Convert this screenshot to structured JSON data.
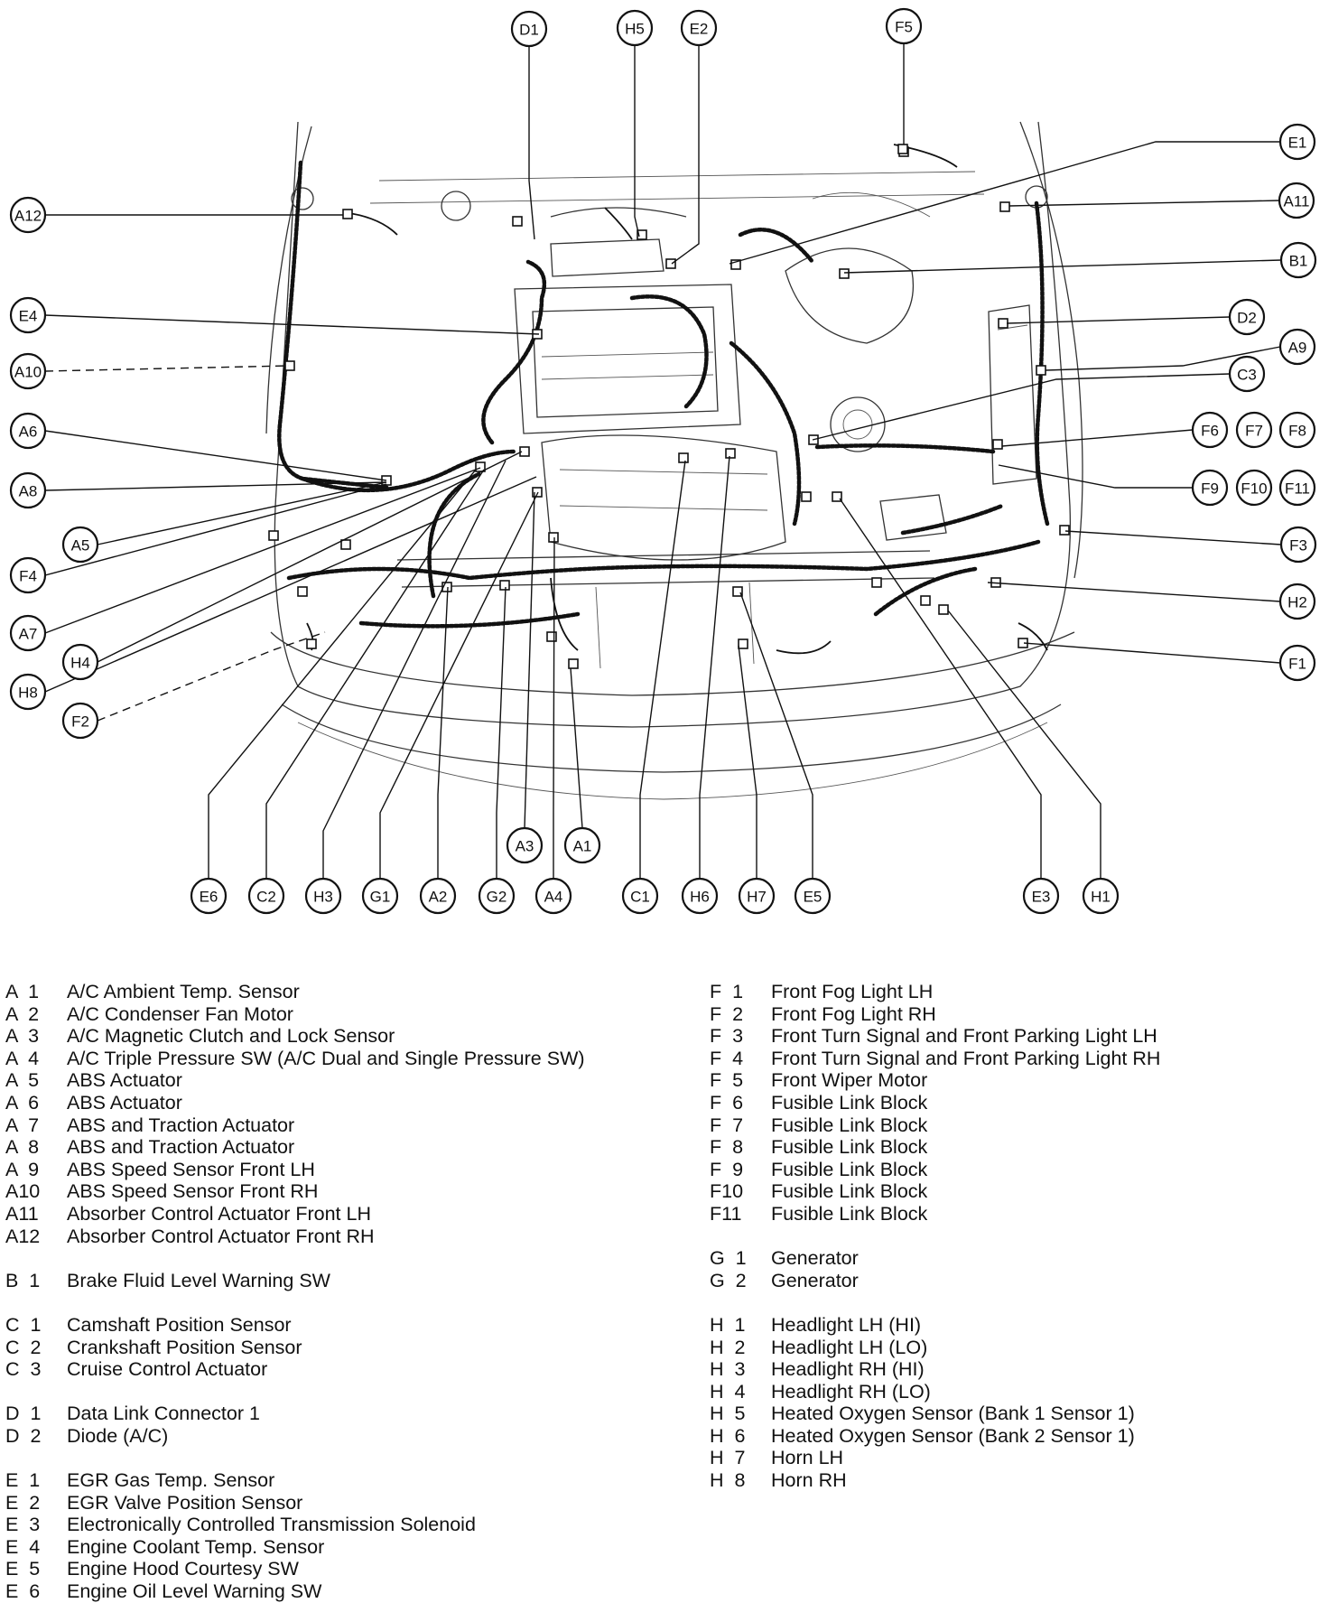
{
  "callouts": [
    {
      "id": "D1",
      "label": "D1"
    },
    {
      "id": "H5",
      "label": "H5"
    },
    {
      "id": "E2",
      "label": "E2"
    },
    {
      "id": "F5",
      "label": "F5"
    },
    {
      "id": "E1",
      "label": "E1"
    },
    {
      "id": "A12",
      "label": "A12"
    },
    {
      "id": "A11",
      "label": "A11"
    },
    {
      "id": "B1",
      "label": "B1"
    },
    {
      "id": "E4",
      "label": "E4"
    },
    {
      "id": "D2",
      "label": "D2"
    },
    {
      "id": "A9",
      "label": "A9"
    },
    {
      "id": "A10",
      "label": "A10"
    },
    {
      "id": "C3",
      "label": "C3"
    },
    {
      "id": "A6",
      "label": "A6"
    },
    {
      "id": "F6",
      "label": "F6"
    },
    {
      "id": "F7",
      "label": "F7"
    },
    {
      "id": "F8",
      "label": "F8"
    },
    {
      "id": "A8",
      "label": "A8"
    },
    {
      "id": "F9",
      "label": "F9"
    },
    {
      "id": "F10",
      "label": "F10"
    },
    {
      "id": "F11",
      "label": "F11"
    },
    {
      "id": "A5",
      "label": "A5"
    },
    {
      "id": "F3",
      "label": "F3"
    },
    {
      "id": "F4",
      "label": "F4"
    },
    {
      "id": "H2",
      "label": "H2"
    },
    {
      "id": "A7",
      "label": "A7"
    },
    {
      "id": "H4",
      "label": "H4"
    },
    {
      "id": "F1",
      "label": "F1"
    },
    {
      "id": "H8",
      "label": "H8"
    },
    {
      "id": "F2",
      "label": "F2"
    },
    {
      "id": "A3",
      "label": "A3"
    },
    {
      "id": "A1",
      "label": "A1"
    },
    {
      "id": "E6",
      "label": "E6"
    },
    {
      "id": "C2",
      "label": "C2"
    },
    {
      "id": "H3",
      "label": "H3"
    },
    {
      "id": "G1",
      "label": "G1"
    },
    {
      "id": "A2",
      "label": "A2"
    },
    {
      "id": "G2",
      "label": "G2"
    },
    {
      "id": "A4",
      "label": "A4"
    },
    {
      "id": "C1",
      "label": "C1"
    },
    {
      "id": "H6",
      "label": "H6"
    },
    {
      "id": "H7",
      "label": "H7"
    },
    {
      "id": "E5",
      "label": "E5"
    },
    {
      "id": "E3",
      "label": "E3"
    },
    {
      "id": "H1",
      "label": "H1"
    }
  ],
  "legend_left": [
    {
      "code": "A  1",
      "name": "A/C Ambient Temp. Sensor"
    },
    {
      "code": "A  2",
      "name": "A/C Condenser Fan Motor"
    },
    {
      "code": "A  3",
      "name": "A/C Magnetic Clutch and Lock Sensor"
    },
    {
      "code": "A  4",
      "name": "A/C Triple Pressure SW (A/C Dual and Single Pressure SW)"
    },
    {
      "code": "A  5",
      "name": "ABS Actuator"
    },
    {
      "code": "A  6",
      "name": "ABS Actuator"
    },
    {
      "code": "A  7",
      "name": "ABS and Traction Actuator"
    },
    {
      "code": "A  8",
      "name": "ABS and Traction Actuator"
    },
    {
      "code": "A  9",
      "name": "ABS Speed Sensor Front LH"
    },
    {
      "code": "A10",
      "name": "ABS Speed Sensor Front RH"
    },
    {
      "code": "A11",
      "name": "Absorber Control Actuator Front LH"
    },
    {
      "code": "A12",
      "name": "Absorber Control Actuator Front RH"
    },
    null,
    {
      "code": "B  1",
      "name": "Brake Fluid Level Warning SW"
    },
    null,
    {
      "code": "C  1",
      "name": "Camshaft Position Sensor"
    },
    {
      "code": "C  2",
      "name": "Crankshaft Position Sensor"
    },
    {
      "code": "C  3",
      "name": "Cruise Control Actuator"
    },
    null,
    {
      "code": "D  1",
      "name": "Data Link Connector 1"
    },
    {
      "code": "D  2",
      "name": "Diode (A/C)"
    },
    null,
    {
      "code": "E  1",
      "name": "EGR Gas Temp. Sensor"
    },
    {
      "code": "E  2",
      "name": "EGR Valve Position Sensor"
    },
    {
      "code": "E  3",
      "name": "Electronically Controlled Transmission Solenoid"
    },
    {
      "code": "E  4",
      "name": "Engine Coolant Temp. Sensor"
    },
    {
      "code": "E  5",
      "name": "Engine Hood Courtesy SW"
    },
    {
      "code": "E  6",
      "name": "Engine Oil Level Warning SW"
    }
  ],
  "legend_right": [
    {
      "code": "F  1",
      "name": "Front Fog Light LH"
    },
    {
      "code": "F  2",
      "name": "Front Fog Light RH"
    },
    {
      "code": "F  3",
      "name": "Front Turn Signal and Front Parking Light LH"
    },
    {
      "code": "F  4",
      "name": "Front Turn Signal and Front Parking Light RH"
    },
    {
      "code": "F  5",
      "name": "Front Wiper Motor"
    },
    {
      "code": "F  6",
      "name": "Fusible Link Block"
    },
    {
      "code": "F  7",
      "name": "Fusible Link Block"
    },
    {
      "code": "F  8",
      "name": "Fusible Link Block"
    },
    {
      "code": "F  9",
      "name": "Fusible Link Block"
    },
    {
      "code": "F10",
      "name": "Fusible Link Block"
    },
    {
      "code": "F11",
      "name": "Fusible Link Block"
    },
    null,
    {
      "code": "G  1",
      "name": "Generator"
    },
    {
      "code": "G  2",
      "name": "Generator"
    },
    null,
    {
      "code": "H  1",
      "name": "Headlight LH (HI)"
    },
    {
      "code": "H  2",
      "name": "Headlight LH (LO)"
    },
    {
      "code": "H  3",
      "name": "Headlight RH (HI)"
    },
    {
      "code": "H  4",
      "name": "Headlight RH (LO)"
    },
    {
      "code": "H  5",
      "name": "Heated Oxygen Sensor (Bank 1 Sensor 1)"
    },
    {
      "code": "H  6",
      "name": "Heated Oxygen Sensor (Bank 2 Sensor 1)"
    },
    {
      "code": "H  7",
      "name": "Horn LH"
    },
    {
      "code": "H  8",
      "name": "Horn RH"
    }
  ]
}
